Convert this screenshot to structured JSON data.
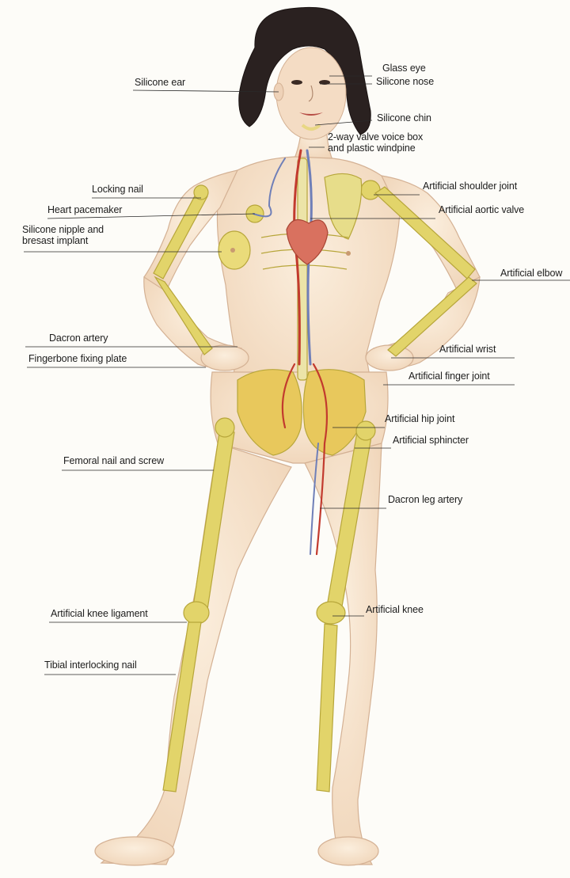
{
  "labels": {
    "silicone_ear": "Silicone ear",
    "glass_eye": "Glass eye",
    "silicone_nose": "Silicone nose",
    "silicone_chin": "Silicone chin",
    "voice_box": "2-way valve voice box\nand plastic windpine",
    "locking_nail": "Locking nail",
    "artificial_shoulder_joint": "Artificial shoulder joint",
    "heart_pacemaker": "Heart pacemaker",
    "artificial_aortic_valve": "Artificial aortic valve",
    "silicone_nipple": "Silicone nipple and\nbresast implant",
    "artificial_elbow": "Artificial elbow",
    "dacron_artery": "Dacron artery",
    "artificial_wrist": "Artificial wrist",
    "fingerbone_fixing_plate": "Fingerbone fixing plate",
    "artificial_finger_joint": "Artificial finger joint",
    "artificial_hip_joint": "Artificial hip joint",
    "artificial_sphincter": "Artificial sphincter",
    "femoral_nail_and_screw": "Femoral nail and screw",
    "dacron_leg_artery": "Dacron leg artery",
    "artificial_knee_ligament": "Artificial knee ligament",
    "artificial_knee": "Artificial knee",
    "tibial_interlocking_nail": "Tibial interlocking nail"
  },
  "colors": {
    "skin": "#f6e3cd",
    "skin_edge": "#d9b79a",
    "hair": "#2a2120",
    "implant": "#e2d46a",
    "implant_edge": "#b7a63a",
    "artery_red": "#c23a2e",
    "vein_blue": "#6f7fb8",
    "pelvis_orange": "#e9a06a"
  }
}
